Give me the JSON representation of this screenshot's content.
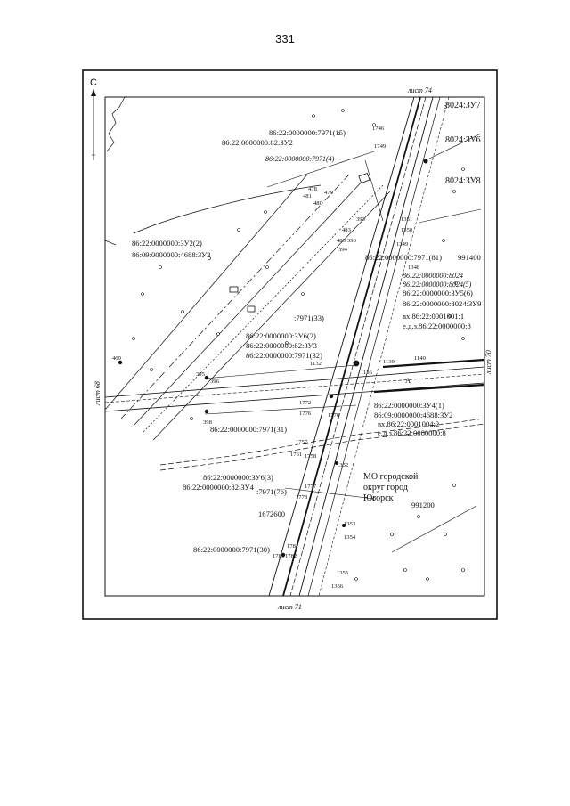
{
  "page_number": "331",
  "north_label": "С",
  "sheets": {
    "top": "лист 74",
    "bottom": "лист 71",
    "left": "лист 68",
    "right": "лист 70"
  },
  "parcel_labels": [
    {
      "text": "8024:ЗУ7",
      "id": "p1"
    },
    {
      "text": "86:22:0000000:7971(15)",
      "id": "p2"
    },
    {
      "text": "8024:ЗУ6",
      "id": "p3"
    },
    {
      "text": "86:22:0000000:82:ЗУ2",
      "id": "p4"
    },
    {
      "text": "86:22:0000000:7971(4)",
      "id": "p5"
    },
    {
      "text": "8024:ЗУ8",
      "id": "p6"
    },
    {
      "text": "86:22:0000000:ЗУ2(2)",
      "id": "p7"
    },
    {
      "text": "86:09:0000000:4688:ЗУ3",
      "id": "p8"
    },
    {
      "text": "86:22:0000000:7971(81)",
      "id": "p9"
    },
    {
      "text": "86:22:0000000:8024",
      "id": "p10"
    },
    {
      "text": "86:22:0000000:8024(5)",
      "id": "p11"
    },
    {
      "text": "86:22:0000000:ЗУ5(6)",
      "id": "p12"
    },
    {
      "text": "86:22:0000000:8024:ЗУ9",
      "id": "p13"
    },
    {
      "text": "вх.86:22:0001001:1",
      "id": "p14"
    },
    {
      "text": "е.д.з.86:22:0000000:8",
      "id": "p15"
    },
    {
      "text": ":7971(33)",
      "id": "p16"
    },
    {
      "text": "86:22:0000000:ЗУ6(2)",
      "id": "p17"
    },
    {
      "text": "86:22:0000000:82:ЗУ3",
      "id": "p18"
    },
    {
      "text": "86:22:0000000:7971(32)",
      "id": "p19"
    },
    {
      "text": "86:22:0000000:ЗУ4(1)",
      "id": "p20"
    },
    {
      "text": "86:09:0000000:4688:ЗУ2",
      "id": "p21"
    },
    {
      "text": "вх.86:22:0001004:2",
      "id": "p22"
    },
    {
      "text": "е.д.з.86:22:0000000:8",
      "id": "p23"
    },
    {
      "text": "86:22:0000000:7971(31)",
      "id": "p24"
    },
    {
      "text": "86:22:0000000:ЗУ6(3)",
      "id": "p25"
    },
    {
      "text": "86:22:0000000:82:ЗУ4",
      "id": "p26"
    },
    {
      "text": ":7971(76)",
      "id": "p27"
    },
    {
      "text": "86:22:0000000:7971(30)",
      "id": "p28"
    }
  ],
  "area_labels": {
    "municipality_line1": "МО городской",
    "municipality_line2": "округ город",
    "municipality_line3": "Югорск"
  },
  "grid_labels": {
    "g1": "991400",
    "g2": "991200",
    "g3": "1672600"
  },
  "point_numbers": [
    "1351",
    "1350",
    "1349",
    "1348",
    "1140",
    "1139",
    "1136",
    "1132",
    "1352",
    "1353",
    "1354",
    "1355",
    "1356",
    "1770",
    "1772",
    "1776",
    "1758",
    "1757",
    "1761",
    "1777",
    "1778",
    "1781",
    "1782",
    "1785",
    "395",
    "396",
    "398",
    "469",
    "393",
    "394",
    "485",
    "483",
    "393",
    "481",
    "480",
    "479",
    "478",
    "1749",
    "1746"
  ],
  "road_letter": "А"
}
